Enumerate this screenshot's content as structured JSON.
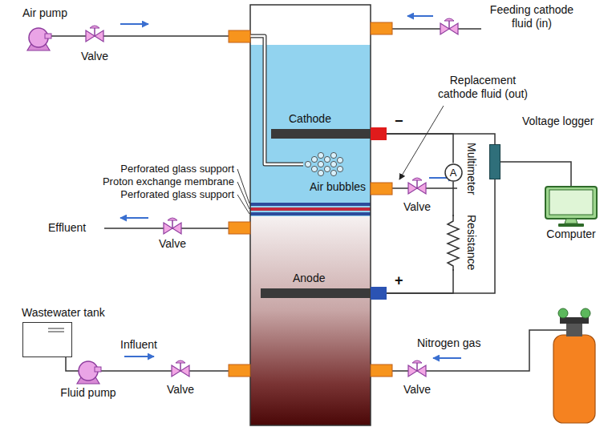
{
  "diagram": {
    "nodes": [
      {
        "text": [
          "Cathode"
        ]
      },
      {
        "text": [
          "Voltage logger"
        ]
      },
      {
        "text": [
          "A"
        ]
      },
      {
        "text": [
          "Computer"
        ]
      },
      {
        "text": [
          "Anode"
        ]
      },
      {
        "text": [
          "Wastewater tank"
        ]
      }
    ],
    "edges": [
      {
        "from": 0,
        "to": 2,
        "arrow": "none"
      },
      {
        "from": 0,
        "to": 1,
        "arrow": "none"
      },
      {
        "from": 2,
        "to": 4,
        "arrow": "none"
      },
      {
        "from": 4,
        "to": 1,
        "arrow": "none"
      },
      {
        "from": 1,
        "to": 3,
        "arrow": "none"
      }
    ],
    "labels": [
      "Air pump",
      "Valve",
      "Feeding cathode fluid (in)",
      "Replacement cathode fluid (out)",
      "−",
      "Multimeter",
      "Perforated glass support",
      "Proton exchange membrane",
      "Perforated glass support",
      "Air bubbles",
      "Valve",
      "Effluent",
      "Valve",
      "Resistance",
      "+",
      "Influent",
      "Nitrogen gas",
      "Fluid pump",
      "Valve",
      "Valve"
    ]
  }
}
